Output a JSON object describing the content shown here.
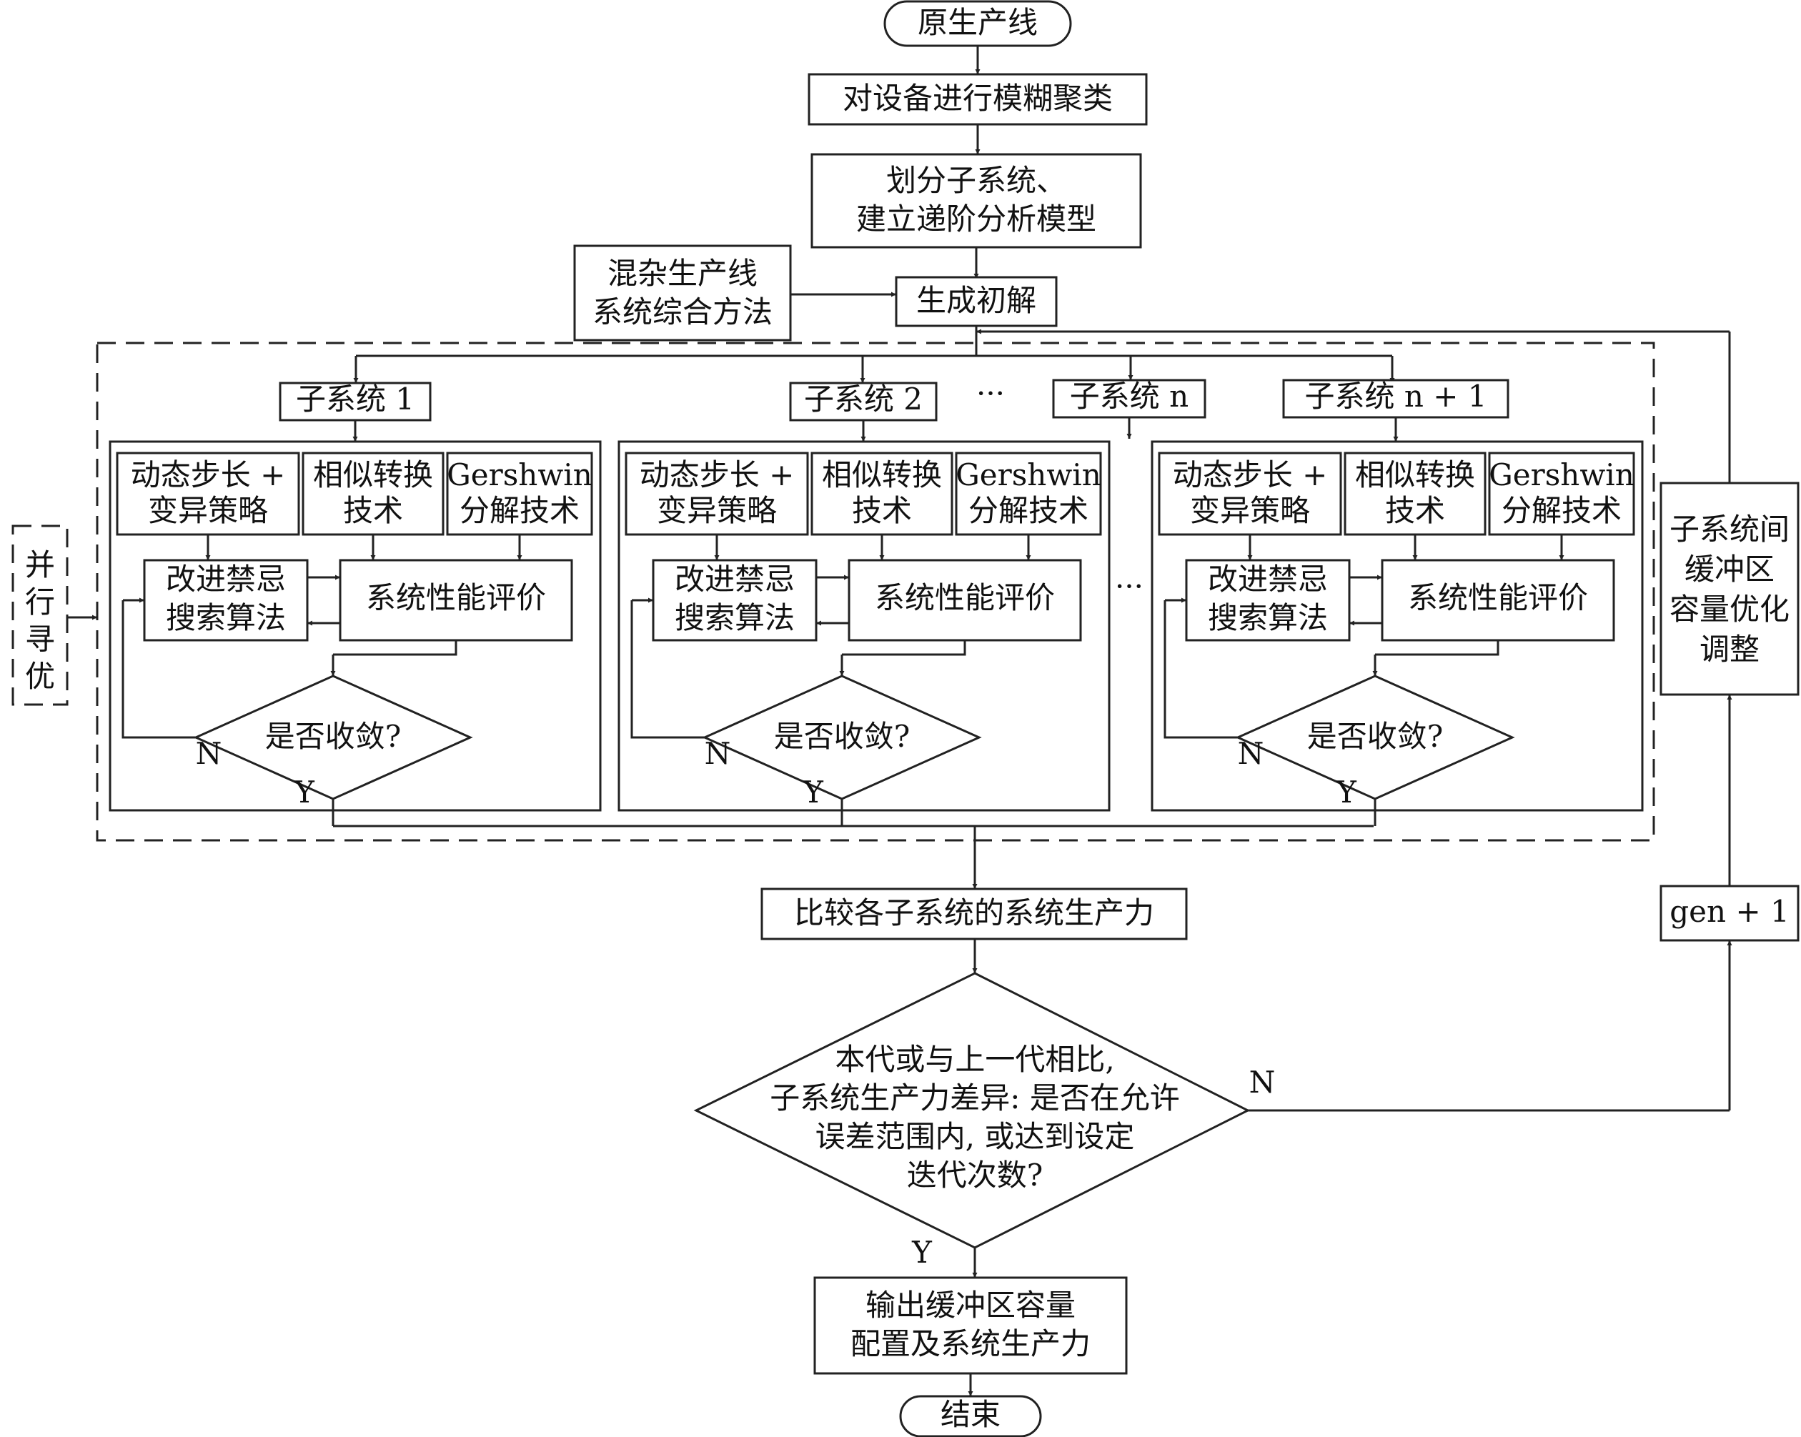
{
  "flow": {
    "start": "原生产线",
    "cluster": "对设备进行模糊聚类",
    "divide": [
      "划分子系统、",
      "建立递阶分析模型"
    ],
    "hybrid": [
      "混杂生产线",
      "系统综合方法"
    ],
    "init": "生成初解",
    "parallel": [
      "并",
      "行",
      "寻",
      "优"
    ],
    "compare": "比较各子系统的系统生产力",
    "decision": [
      "本代或与上一代相比,",
      "子系统生产力差异: 是否在允许",
      "误差范围内, 或达到设定",
      "迭代次数?"
    ],
    "output": [
      "输出缓冲区容量",
      "配置及系统生产力"
    ],
    "end": "结束",
    "gen": "gen + 1",
    "adjust": [
      "子系统间",
      "缓冲区",
      "容量优化",
      "调整"
    ],
    "label_n": "N",
    "label_y": "Y",
    "ellipsis": "···"
  },
  "subsystems": {
    "titles": [
      "子系统 1",
      "子系统 2",
      "子系统 n",
      "子系统 n + 1"
    ],
    "inner": {
      "mutation": [
        "动态步长 +",
        "变异策略"
      ],
      "similar": [
        "相似转换",
        "技术"
      ],
      "gershwin": [
        "Gershwin",
        "分解技术"
      ],
      "tabu": [
        "改进禁忌",
        "搜索算法"
      ],
      "eval": "系统性能评价",
      "converge": "是否收敛?",
      "n": "N",
      "y": "Y"
    }
  }
}
